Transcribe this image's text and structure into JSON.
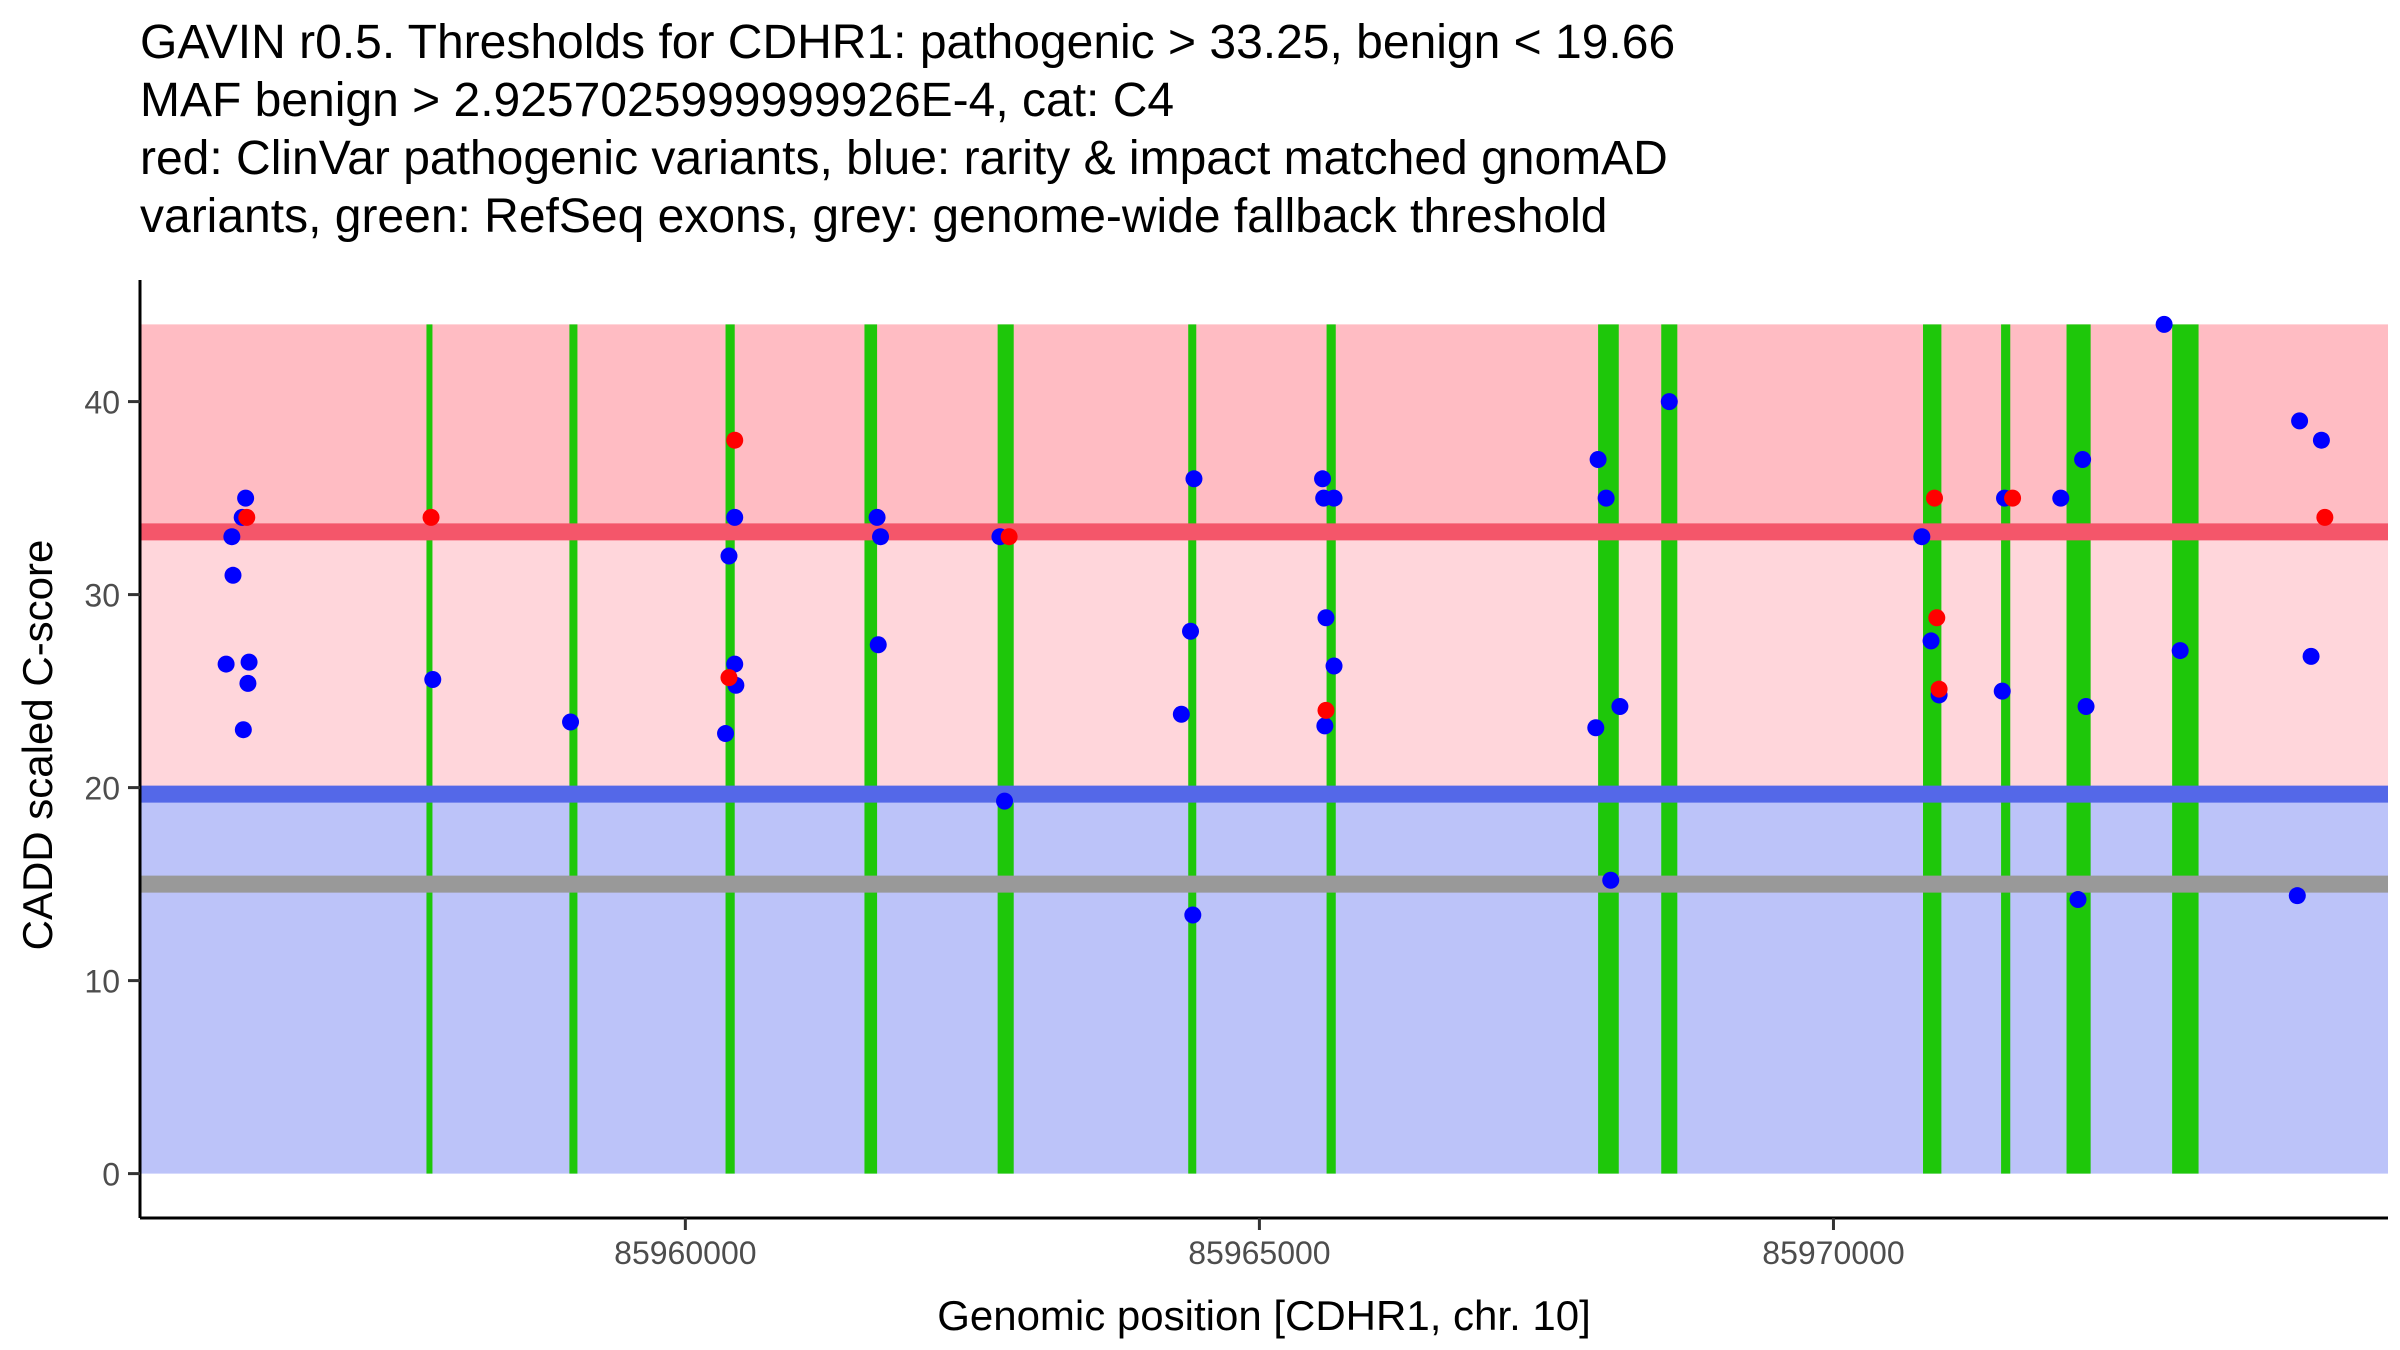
{
  "title_lines": [
    "GAVIN r0.5. Thresholds for CDHR1: pathogenic > 33.25, benign < 19.66",
    "MAF benign > 2.9257025999999926E-4, cat: C4",
    "red: ClinVar pathogenic variants, blue: rarity & impact matched gnomAD",
    "variants, green: RefSeq exons, grey: genome-wide fallback threshold"
  ],
  "colors": {
    "pathogenic_zone": "#ffbcc3",
    "intermediate_zone": "#ffd6db",
    "benign_zone": "#bcc3f9",
    "pathogenic_line": "#f4566a",
    "benign_line": "#5468e8",
    "fallback_line": "#999999",
    "exon": "#1ec70a",
    "clinvar_point": "#ff0000",
    "gnomad_point": "#0000ff"
  },
  "chart_data": {
    "type": "scatter",
    "xlabel": "Genomic position [CDHR1, chr. 10]",
    "ylabel": "CADD scaled C-score",
    "xlim": [
      85955250,
      85974830
    ],
    "ylim": [
      -2.3,
      46.3
    ],
    "x_ticks": [
      85960000,
      85965000,
      85970000
    ],
    "x_tick_labels": [
      "85960000",
      "85965000",
      "85970000"
    ],
    "y_ticks": [
      0,
      10,
      20,
      30,
      40
    ],
    "y_tick_labels": [
      "0",
      "10",
      "20",
      "30",
      "40"
    ],
    "grid": false,
    "thresholds": {
      "pathogenic": 33.25,
      "benign": 19.66,
      "genome_wide_fallback": 15,
      "ymax": 44
    },
    "exons": [
      [
        85957745,
        85957795
      ],
      [
        85958990,
        85959060
      ],
      [
        85960350,
        85960430
      ],
      [
        85961560,
        85961670
      ],
      [
        85962720,
        85962860
      ],
      [
        85964380,
        85964450
      ],
      [
        85965585,
        85965665
      ],
      [
        85967950,
        85968130
      ],
      [
        85968500,
        85968640
      ],
      [
        85970780,
        85970940
      ],
      [
        85971460,
        85971540
      ],
      [
        85972030,
        85972240
      ],
      [
        85972950,
        85973180
      ]
    ],
    "series": [
      {
        "name": "ClinVar pathogenic",
        "points": [
          [
            85956180,
            34
          ],
          [
            85957785,
            34
          ],
          [
            85960430,
            38
          ],
          [
            85960380,
            25.7
          ],
          [
            85962820,
            33
          ],
          [
            85965580,
            24
          ],
          [
            85970880,
            35
          ],
          [
            85970900,
            28.8
          ],
          [
            85970920,
            25.1
          ],
          [
            85971560,
            35
          ],
          [
            85974280,
            34
          ]
        ]
      },
      {
        "name": "gnomAD",
        "points": [
          [
            85956050,
            33
          ],
          [
            85956170,
            35
          ],
          [
            85956140,
            34
          ],
          [
            85956060,
            31
          ],
          [
            85956000,
            26.4
          ],
          [
            85956200,
            26.5
          ],
          [
            85956190,
            25.4
          ],
          [
            85956150,
            23
          ],
          [
            85957800,
            25.6
          ],
          [
            85959000,
            23.4
          ],
          [
            85960430,
            34
          ],
          [
            85960380,
            32
          ],
          [
            85960430,
            26.4
          ],
          [
            85960440,
            25.3
          ],
          [
            85960350,
            22.8
          ],
          [
            85961670,
            34
          ],
          [
            85961700,
            33
          ],
          [
            85961680,
            27.4
          ],
          [
            85962740,
            33
          ],
          [
            85962780,
            19.3
          ],
          [
            85964430,
            36
          ],
          [
            85964400,
            28.1
          ],
          [
            85964320,
            23.8
          ],
          [
            85964420,
            13.4
          ],
          [
            85965550,
            36
          ],
          [
            85965560,
            35
          ],
          [
            85965650,
            35
          ],
          [
            85965580,
            28.8
          ],
          [
            85965650,
            26.3
          ],
          [
            85965570,
            23.2
          ],
          [
            85967950,
            37
          ],
          [
            85968020,
            35
          ],
          [
            85967930,
            23.1
          ],
          [
            85968140,
            24.2
          ],
          [
            85968060,
            15.2
          ],
          [
            85968570,
            40
          ],
          [
            85970770,
            33
          ],
          [
            85970850,
            27.6
          ],
          [
            85970920,
            24.8
          ],
          [
            85971490,
            35
          ],
          [
            85971470,
            25
          ],
          [
            85971980,
            35
          ],
          [
            85972170,
            37
          ],
          [
            85972200,
            24.2
          ],
          [
            85972130,
            14.2
          ],
          [
            85972880,
            44
          ],
          [
            85973020,
            27.1
          ],
          [
            85974060,
            39
          ],
          [
            85974250,
            38
          ],
          [
            85974160,
            26.8
          ],
          [
            85974040,
            14.4
          ]
        ]
      }
    ]
  }
}
